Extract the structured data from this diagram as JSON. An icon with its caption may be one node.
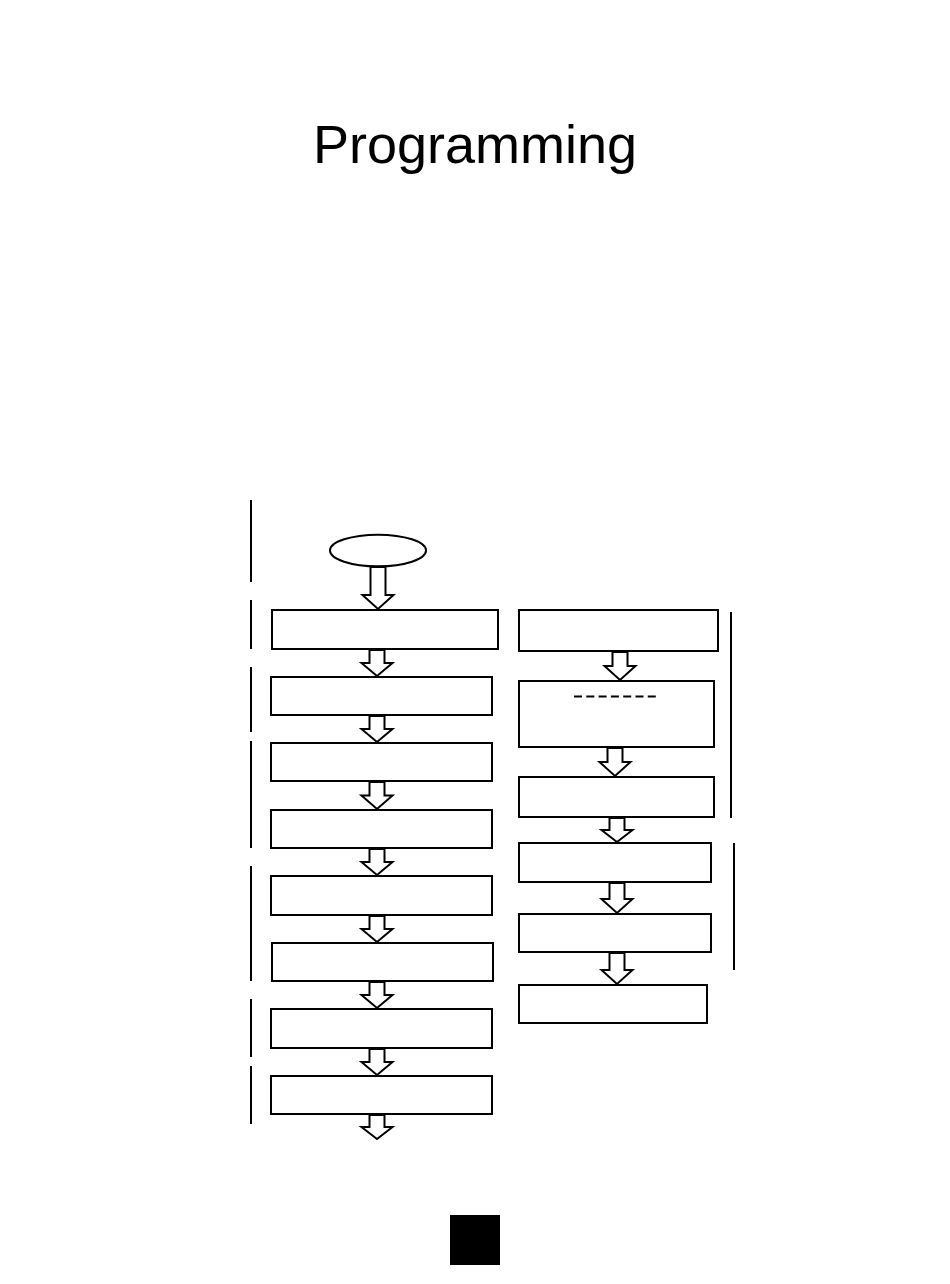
{
  "diagram": {
    "title": "Programming",
    "nodes": [
      {
        "text": [],
        "shape": "ellipse"
      },
      {
        "text": [],
        "shape": "box"
      },
      {
        "text": [],
        "shape": "box"
      },
      {
        "text": [],
        "shape": "box"
      },
      {
        "text": [],
        "shape": "box"
      },
      {
        "text": [],
        "shape": "box"
      },
      {
        "text": [],
        "shape": "box"
      },
      {
        "text": [],
        "shape": "box"
      },
      {
        "text": [],
        "shape": "box"
      },
      {
        "text": [],
        "shape": "box"
      },
      {
        "text": [],
        "shape": "box"
      },
      {
        "text": [],
        "shape": "box"
      },
      {
        "text": [],
        "shape": "box"
      },
      {
        "text": [],
        "shape": "box"
      },
      {
        "text": [],
        "shape": "box"
      }
    ],
    "edges": [
      {
        "from": 0,
        "to": 1,
        "arrow": "to"
      },
      {
        "from": 1,
        "to": 2,
        "arrow": "to"
      },
      {
        "from": 2,
        "to": 3,
        "arrow": "to"
      },
      {
        "from": 3,
        "to": 4,
        "arrow": "to"
      },
      {
        "from": 4,
        "to": 5,
        "arrow": "to"
      },
      {
        "from": 5,
        "to": 6,
        "arrow": "to"
      },
      {
        "from": 6,
        "to": 7,
        "arrow": "to"
      },
      {
        "from": 7,
        "to": 8,
        "arrow": "to"
      },
      {
        "from": 8,
        "to": null,
        "arrow": "to"
      },
      {
        "from": 9,
        "to": 10,
        "arrow": "to"
      },
      {
        "from": 10,
        "to": 11,
        "arrow": "to"
      },
      {
        "from": 11,
        "to": 12,
        "arrow": "to"
      },
      {
        "from": 12,
        "to": 13,
        "arrow": "to"
      },
      {
        "from": 13,
        "to": 14,
        "arrow": "to"
      }
    ]
  }
}
